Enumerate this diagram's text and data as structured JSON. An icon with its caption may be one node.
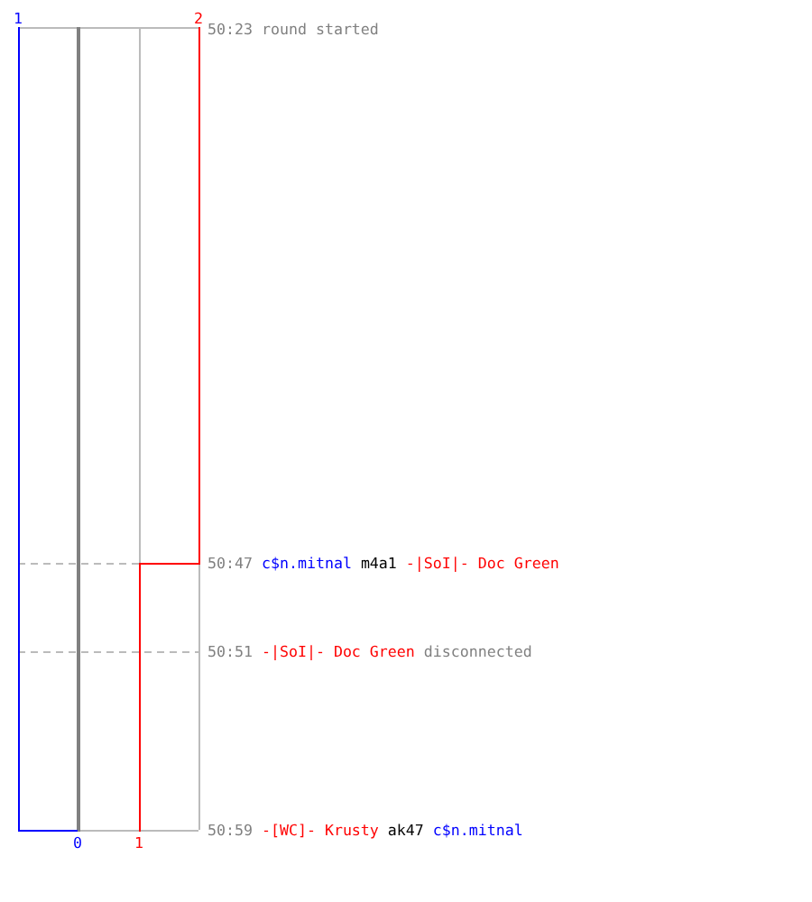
{
  "diagram": {
    "labels": [
      "1",
      "2",
      "50:23",
      "round started",
      "50:47",
      "c$n.mitnal",
      "m4a1",
      "-|SoI|- Doc Green",
      "50:51",
      "-|SoI|- Doc Green",
      "disconnected",
      "50:59",
      "-[WC]- Krusty",
      "ak47",
      "c$n.mitnal",
      "0",
      "1"
    ]
  }
}
